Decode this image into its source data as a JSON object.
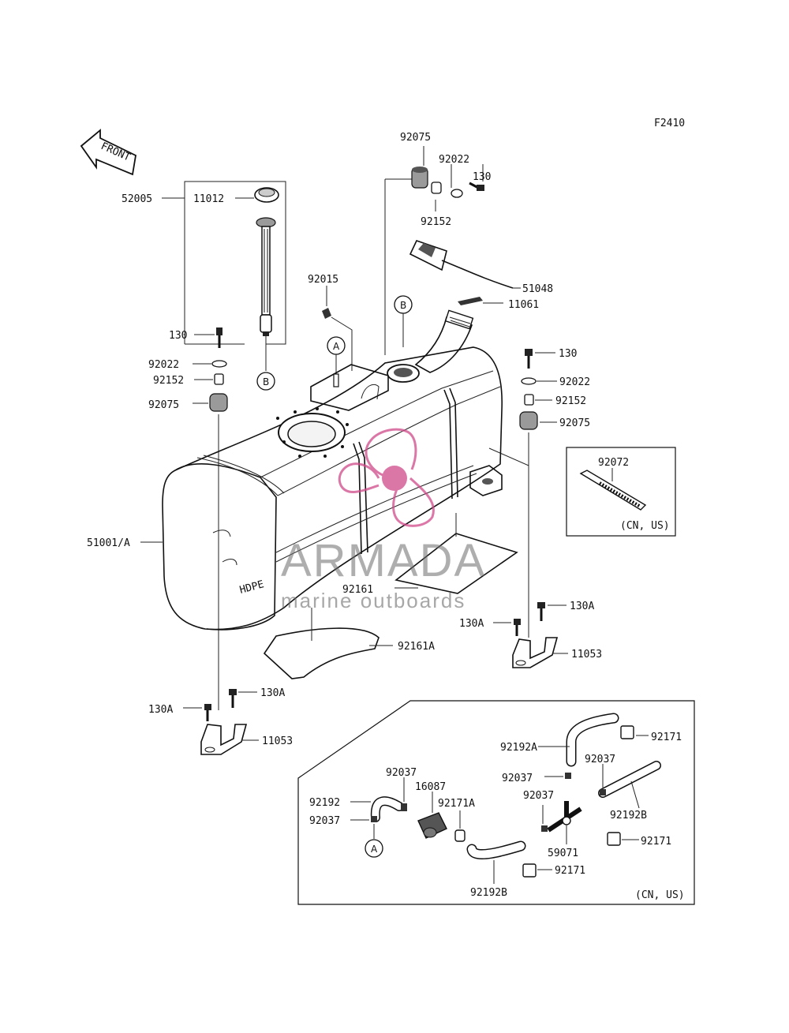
{
  "diagram_code": "F2410",
  "front_label": "FRONT",
  "callouts": {
    "p52005": "52005",
    "p11012": "11012",
    "p92075_top": "92075",
    "p92022_top": "92022",
    "p130_top": "130",
    "p92152_top": "92152",
    "p51048": "51048",
    "p11061": "11061",
    "p92015": "92015",
    "p130_left": "130",
    "p92022_left": "92022",
    "p92152_left": "92152",
    "p92075_left": "92075",
    "p130_right": "130",
    "p92022_right": "92022",
    "p92152_right": "92152",
    "p92075_right": "92075",
    "p51001A": "51001/A",
    "p92161": "92161",
    "p92161A": "92161A",
    "p130A_r1": "130A",
    "p130A_r2": "130A",
    "p11053_r": "11053",
    "p130A_l1": "130A",
    "p130A_l2": "130A",
    "p11053_l": "11053",
    "p92072": "92072",
    "p92192A": "92192A",
    "p92171_1": "92171",
    "p92037_a": "92037",
    "p92037_b": "92037",
    "p16087": "16087",
    "p92192": "92192",
    "p92171A": "92171A",
    "p92037_c": "92037",
    "p92037_d": "92037",
    "p92037_e": "92037",
    "p92192B_r": "92192B",
    "p92171_2": "92171",
    "p59071": "59071",
    "p92171_3": "92171",
    "p92192B_b": "92192B"
  },
  "ref_markers": {
    "A": "A",
    "B": "B"
  },
  "region_notes": {
    "inset_92072": "(CN, US)",
    "hoses_box": "(CN, US)"
  },
  "watermark": {
    "brand": "ARMADA",
    "tagline": "marine outboards",
    "color": "#d04a8a"
  }
}
